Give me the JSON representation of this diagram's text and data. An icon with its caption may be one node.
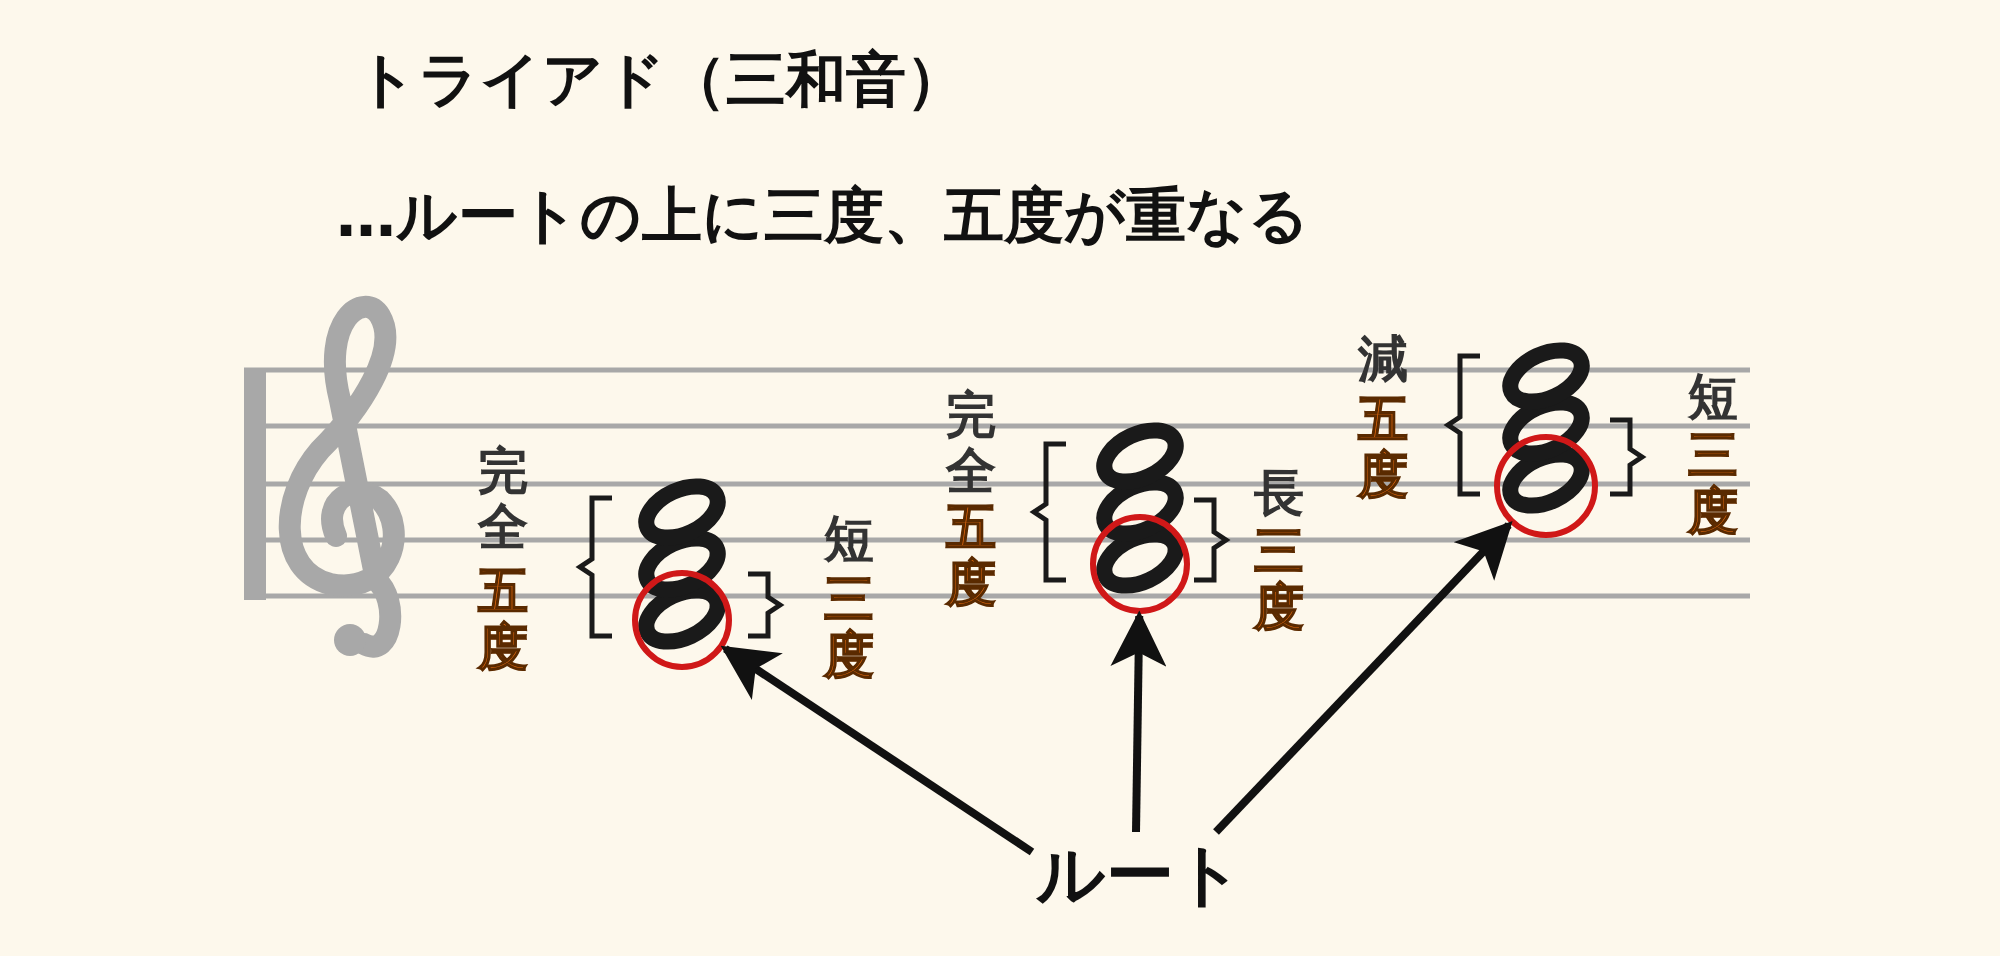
{
  "diagram": {
    "title": "トライアド（三和音）",
    "nodes": [
      {
        "text": [
          "ルート"
        ]
      },
      {
        "text": [],
        "shape": "circle"
      },
      {
        "text": [],
        "shape": "circle"
      },
      {
        "text": [],
        "shape": "circle"
      }
    ],
    "edges": [
      {
        "from": 0,
        "to": 1,
        "arrow": "to"
      },
      {
        "from": 0,
        "to": 2,
        "arrow": "to"
      },
      {
        "from": 0,
        "to": 3,
        "arrow": "to"
      }
    ],
    "labels": [
      "…ルートの上に三度、五度が重なる",
      "完全",
      "五度",
      "短",
      "三度",
      "完全",
      "五度",
      "長",
      "三度",
      "減",
      "五度",
      "短",
      "三度"
    ]
  }
}
